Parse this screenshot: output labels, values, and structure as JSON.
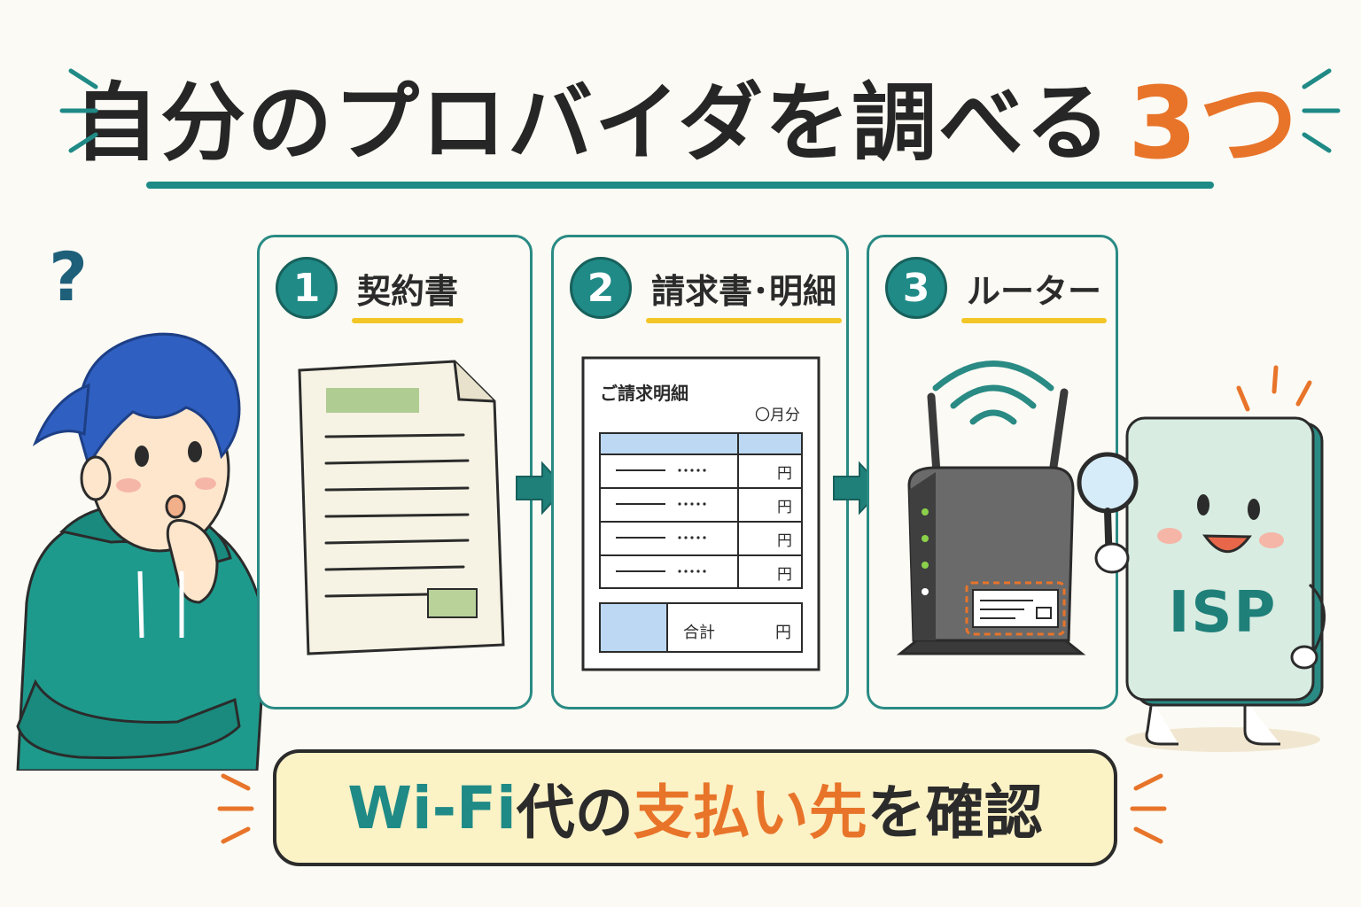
{
  "title": {
    "main": "自分のプロバイダを調べる",
    "accent": "3つ"
  },
  "steps": [
    {
      "number": "1",
      "label": "契約書"
    },
    {
      "number": "2",
      "label": "請求書･明細"
    },
    {
      "number": "3",
      "label": "ルーター"
    }
  ],
  "invoice": {
    "title": "ご請求明細",
    "month": "〇月分",
    "rows": [
      {
        "dash": "———",
        "dots": "·····",
        "yen": "円"
      },
      {
        "dash": "———",
        "dots": "·····",
        "yen": "円"
      },
      {
        "dash": "———",
        "dots": "·····",
        "yen": "円"
      },
      {
        "dash": "———",
        "dots": "·····",
        "yen": "円"
      }
    ],
    "total_label": "合計",
    "total_yen": "円"
  },
  "isp_card": {
    "label": "ISP"
  },
  "question_mark": "?",
  "banner": {
    "part1": "Wi-Fi",
    "part2": "代の",
    "part3": "支払い先",
    "part4": "を確認"
  },
  "colors": {
    "teal": "#1f8a86",
    "orange": "#e8742a",
    "yellow_underline": "#f2c626",
    "banner_bg": "#fbf2c6",
    "hoodie": "#1e9a8c",
    "hair": "#2f5fc0"
  }
}
